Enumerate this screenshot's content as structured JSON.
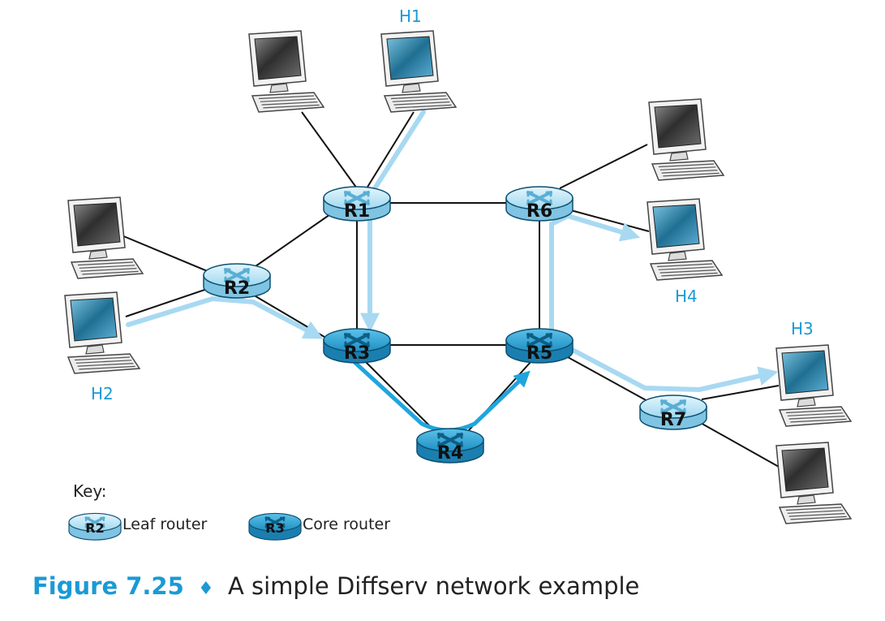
{
  "colors": {
    "leaf_router": "#aee3f7",
    "core_router": "#2aa6d8",
    "highlight": "#1fa5de",
    "flow_light": "#a8d9f2",
    "caption_accent": "#1a9ad6",
    "link": "#111111"
  },
  "routers": [
    {
      "id": "R1",
      "label": "R1",
      "kind": "leaf"
    },
    {
      "id": "R2",
      "label": "R2",
      "kind": "leaf"
    },
    {
      "id": "R3",
      "label": "R3",
      "kind": "core"
    },
    {
      "id": "R4",
      "label": "R4",
      "kind": "core"
    },
    {
      "id": "R5",
      "label": "R5",
      "kind": "core"
    },
    {
      "id": "R6",
      "label": "R6",
      "kind": "leaf"
    },
    {
      "id": "R7",
      "label": "R7",
      "kind": "leaf"
    }
  ],
  "hosts": [
    {
      "id": "H1",
      "label": "H1",
      "highlighted": true
    },
    {
      "id": "H2",
      "label": "H2",
      "highlighted": true
    },
    {
      "id": "H3",
      "label": "H3",
      "highlighted": true
    },
    {
      "id": "H4",
      "label": "H4",
      "highlighted": true
    }
  ],
  "key": {
    "title": "Key:",
    "leaf": {
      "router_label": "R2",
      "text": "Leaf router"
    },
    "core": {
      "router_label": "R3",
      "text": "Core router"
    }
  },
  "caption": {
    "figure_number": "Figure 7.25",
    "separator": "♦",
    "title": "A simple Diffserv network example"
  }
}
